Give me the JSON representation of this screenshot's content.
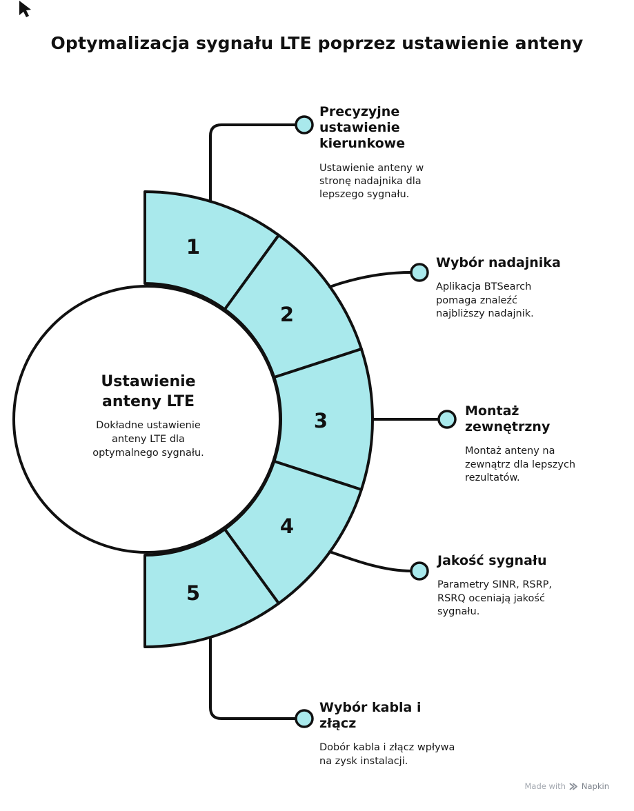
{
  "title": "Optymalizacja sygnału LTE poprzez ustawienie anteny",
  "colors": {
    "accent": "#a9e9ec",
    "ink": "#111111"
  },
  "center": {
    "title": "Ustawienie anteny LTE",
    "description": "Dokładne ustawienie anteny LTE dla optymalnego sygnału."
  },
  "steps": [
    {
      "number": "1",
      "title": "Precyzyjne ustawienie kierunkowe",
      "description": "Ustawienie anteny w stronę nadajnika dla lepszego sygnału."
    },
    {
      "number": "2",
      "title": "Wybór nadajnika",
      "description": "Aplikacja BTSearch pomaga znaleźć najbliższy nadajnik."
    },
    {
      "number": "3",
      "title": "Montaż zewnętrzny",
      "description": "Montaż anteny na zewnątrz dla lepszych rezultatów."
    },
    {
      "number": "4",
      "title": "Jakość sygnału",
      "description": "Parametry SINR, RSRP, RSRQ oceniają jakość sygnału."
    },
    {
      "number": "5",
      "title": "Wybór kabla i złącz",
      "description": "Dobór kabla i złącz wpływa na zysk instalacji."
    }
  ],
  "footer": {
    "made_with": "Made with",
    "brand": "Napkin"
  }
}
